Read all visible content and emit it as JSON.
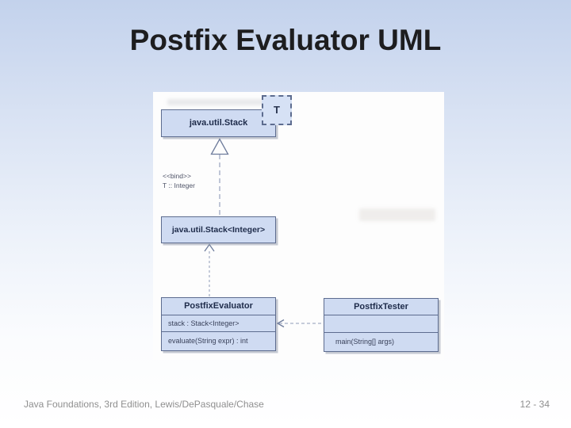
{
  "page_title": "Postfix Evaluator UML",
  "footer": {
    "credit": "Java Foundations, 3rd Edition, Lewis/DePasquale/Chase",
    "page_number": "12 - 34"
  },
  "diagram": {
    "type": "uml-class-diagram",
    "template_parameter": "T",
    "bind_note": {
      "stereotype": "<<bind>>",
      "binding": "T :: Integer"
    },
    "classes": [
      {
        "name": "java.util.Stack",
        "attributes": [],
        "methods": []
      },
      {
        "name": "java.util.Stack<Integer>",
        "attributes": [],
        "methods": []
      },
      {
        "name": "PostfixEvaluator",
        "attributes": [
          "stack : Stack<Integer>"
        ],
        "methods": [
          "evaluate(String expr) : int"
        ]
      },
      {
        "name": "PostfixTester",
        "attributes": [],
        "methods": [
          "main(String[] args)"
        ]
      }
    ],
    "relationships": [
      {
        "from": "java.util.Stack<Integer>",
        "to": "java.util.Stack",
        "type": "bind",
        "style": "dashed line, hollow triangle arrowhead"
      },
      {
        "from": "PostfixEvaluator",
        "to": "java.util.Stack<Integer>",
        "type": "dependency",
        "style": "dashed line, small open arrowhead"
      },
      {
        "from": "PostfixTester",
        "to": "PostfixEvaluator",
        "type": "dependency",
        "style": "dashed line, open arrowhead"
      }
    ]
  },
  "colors": {
    "slide_gradient_top": "#c3d2ec",
    "slide_gradient_bottom": "#ffffff",
    "scan_background": "#fdfdfd",
    "class_fill": "#cfdbf2",
    "class_border": "#5d6c8f",
    "connector": "#8e9ab8",
    "title_text": "#1d1d1f",
    "footer_text": "#8f8f8f"
  }
}
